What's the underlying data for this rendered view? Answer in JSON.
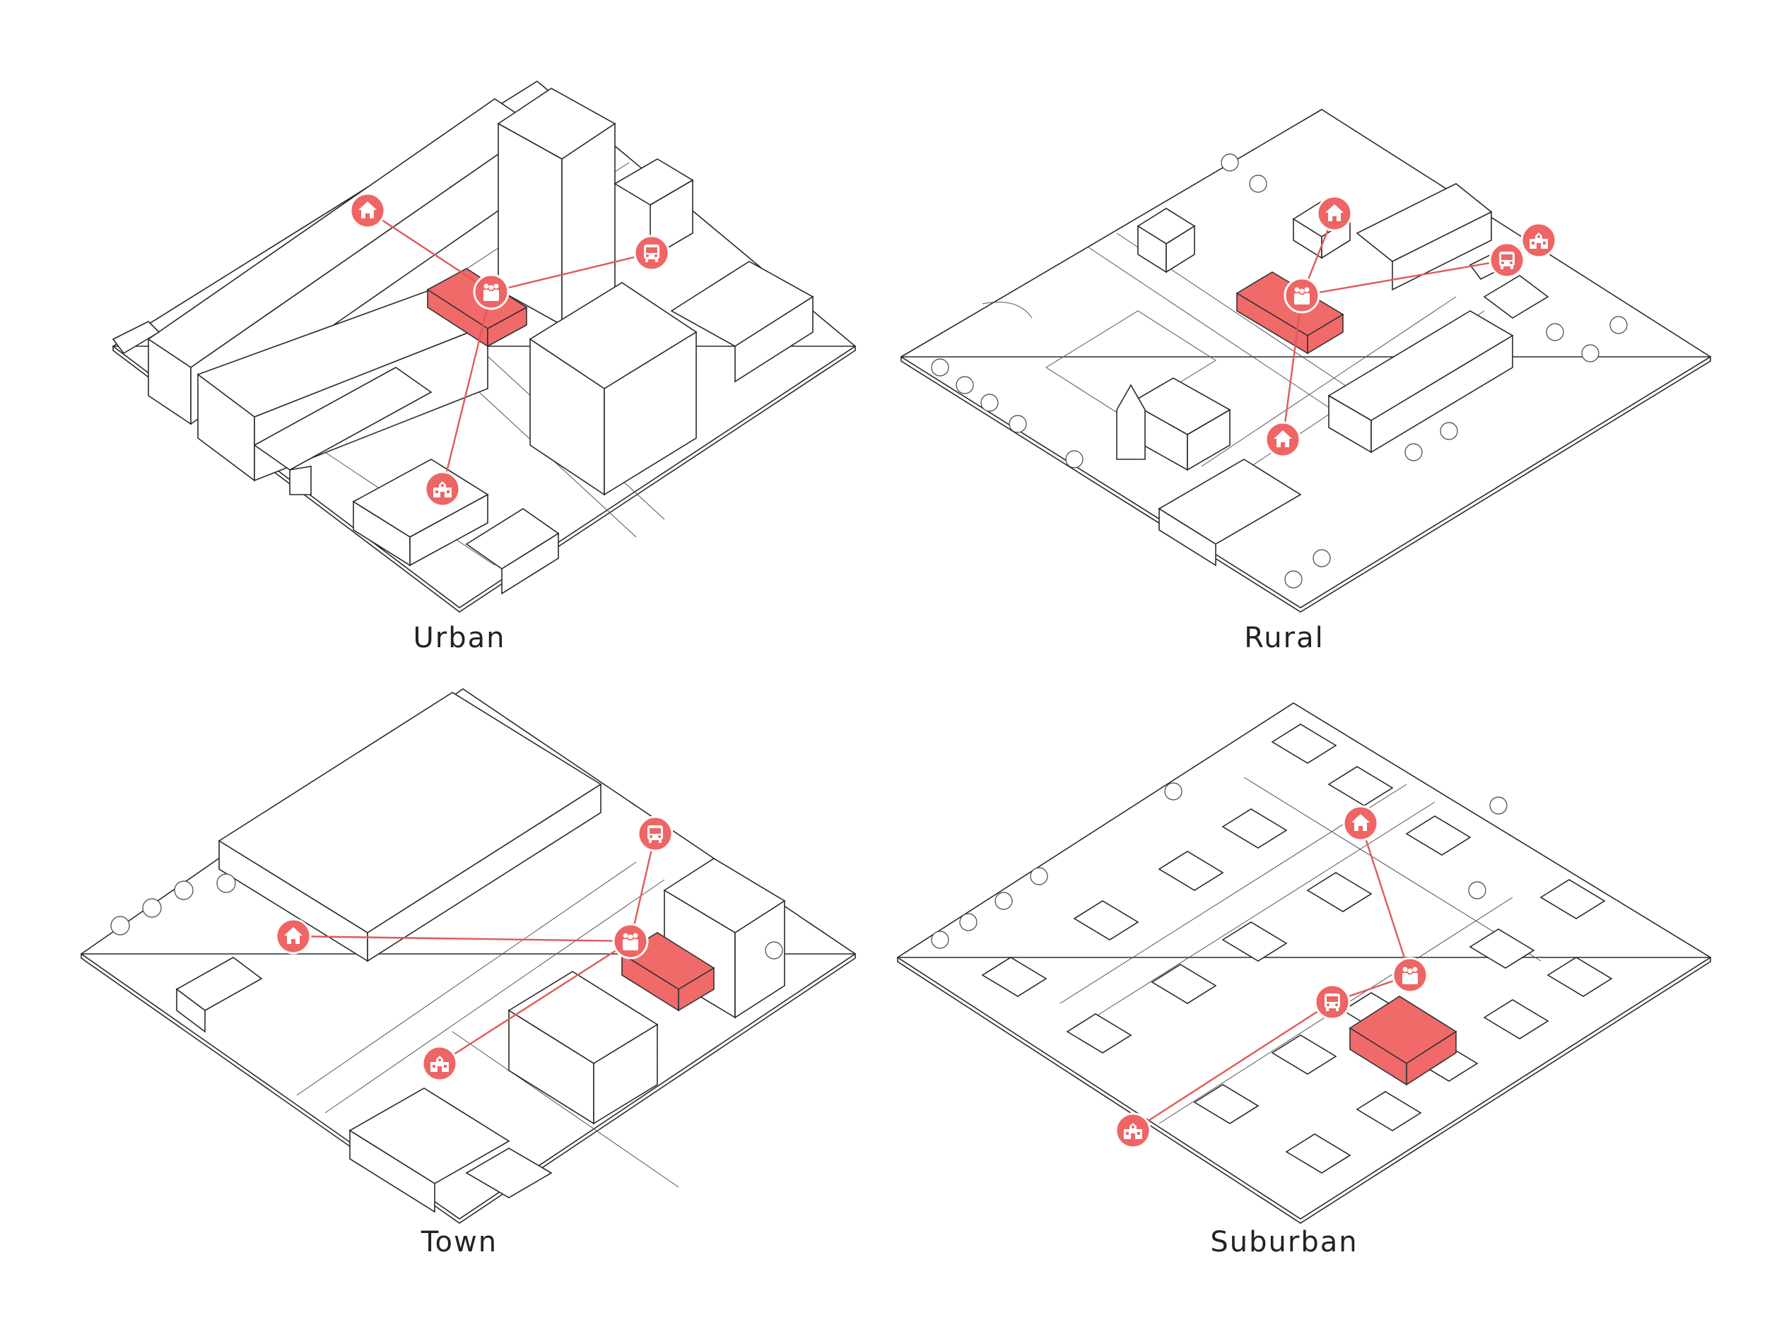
{
  "panels": [
    {
      "id": "urban",
      "label": "Urban"
    },
    {
      "id": "rural",
      "label": "Rural"
    },
    {
      "id": "town",
      "label": "Town"
    },
    {
      "id": "suburban",
      "label": "Suburban"
    }
  ],
  "icons": {
    "home": "home-icon",
    "bus": "bus-icon",
    "school": "school-icon",
    "community": "community-people-icon"
  },
  "colors": {
    "accent": "#ef6464",
    "link": "#e05a5a",
    "line": "#2a2a2a",
    "background": "#ffffff"
  }
}
